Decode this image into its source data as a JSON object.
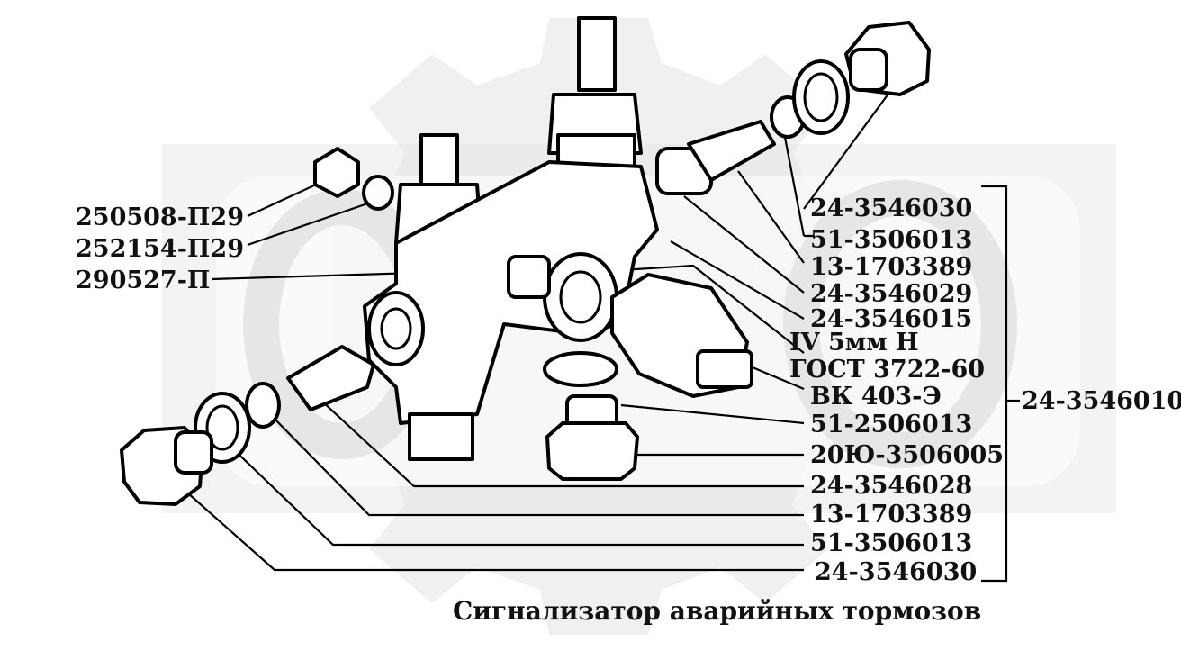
{
  "caption": "Сигнализатор аварийных тормозов",
  "group_label": "24-3546010",
  "labels_left": [
    "250508-П29",
    "252154-П29",
    "290527-П"
  ],
  "labels_right": [
    "24-3546030",
    "51-3506013",
    "13-1703389",
    "24-3546029",
    "24-3546015",
    "IV 5мм Н",
    "ГОСТ 3722-60",
    "ВК 403-Э",
    "51-2506013",
    "20Ю-3506005",
    "24-3546028",
    "13-1703389",
    "51-3506013",
    "24-3546030"
  ]
}
